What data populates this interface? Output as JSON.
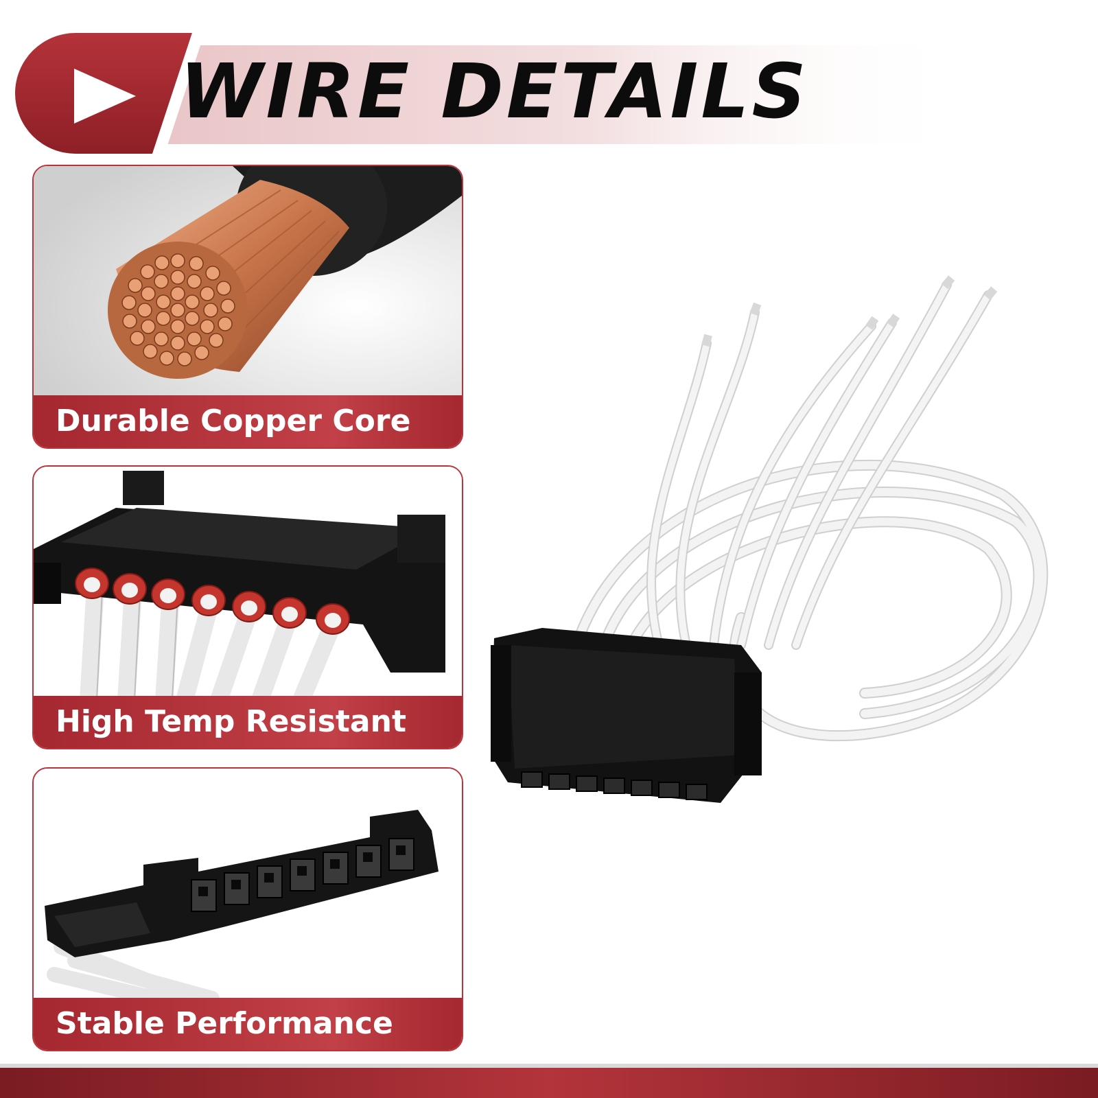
{
  "banner": {
    "title": "WIRE DETAILS",
    "accent_color": "#a8262e",
    "icon": "play-arrow-icon"
  },
  "features": [
    {
      "caption": "Durable Copper Core",
      "image": "copper-wire-cross-section"
    },
    {
      "caption": "High Temp Resistant",
      "image": "connector-with-red-seals"
    },
    {
      "caption": "Stable Performance",
      "image": "connector-pin-side"
    }
  ],
  "product": {
    "image": "wire-harness-connector",
    "connector_color": "#111111",
    "wire_color": "#f2f2f2"
  }
}
